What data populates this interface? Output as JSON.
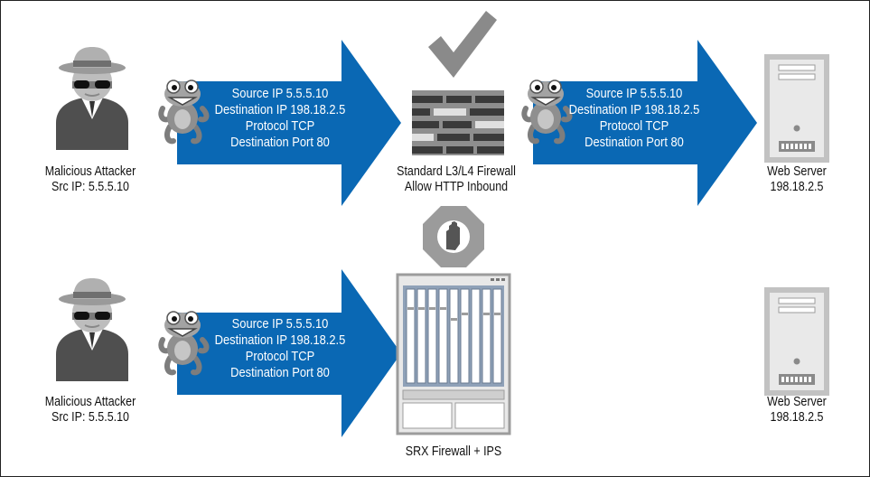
{
  "colors": {
    "arrow": "#0a68b4",
    "gray_dark": "#4d4d4d",
    "gray_mid": "#8c8c8c",
    "gray_light": "#bdbdbd"
  },
  "top_row": {
    "attacker": {
      "name": "Malicious Attacker",
      "src_ip": "Src IP: 5.5.5.10",
      "icon": "hacker-icon"
    },
    "arrow1": {
      "lines": [
        "Source IP 5.5.5.10",
        "Destination IP 198.18.2.5",
        "Protocol TCP",
        "Destination Port 80"
      ]
    },
    "firewall": {
      "line1": "Standard L3/L4 Firewall",
      "line2": "Allow HTTP Inbound",
      "icon": "brick-wall-icon",
      "status_icon": "checkmark-icon"
    },
    "arrow2": {
      "lines": [
        "Source IP 5.5.5.10",
        "Destination IP 198.18.2.5",
        "Protocol TCP",
        "Destination Port 80"
      ]
    },
    "server": {
      "name": "Web Server",
      "ip": "198.18.2.5",
      "icon": "server-icon"
    }
  },
  "bottom_row": {
    "attacker": {
      "name": "Malicious Attacker",
      "src_ip": "Src IP: 5.5.5.10",
      "icon": "hacker-icon"
    },
    "arrow": {
      "lines": [
        "Source IP 5.5.5.10",
        "Destination IP 198.18.2.5",
        "Protocol TCP",
        "Destination Port 80"
      ]
    },
    "firewall": {
      "name": "SRX Firewall + IPS",
      "icon": "srx-chassis-icon",
      "status_icon": "stop-hand-icon"
    },
    "server": {
      "name": "Web Server",
      "ip": "198.18.2.5",
      "icon": "server-icon"
    }
  }
}
